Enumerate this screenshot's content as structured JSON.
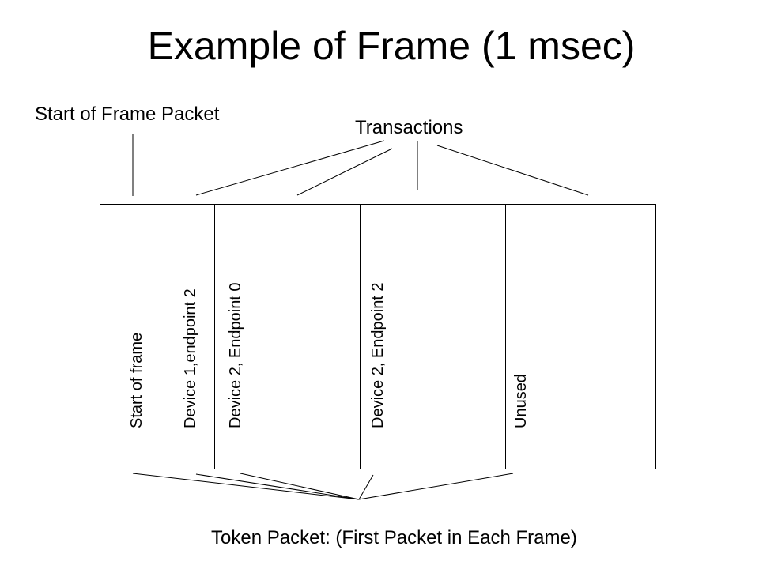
{
  "title": "Example of Frame (1 msec)",
  "labels": {
    "start_of_frame_packet": "Start of Frame Packet",
    "transactions": "Transactions",
    "token_packet": "Token Packet: (First Packet in Each Frame)"
  },
  "frame": {
    "slots": [
      {
        "label": "Start of frame"
      },
      {
        "label": "Device 1,endpoint 2"
      },
      {
        "label": "Device 2, Endpoint 0"
      },
      {
        "label": "Device 2, Endpoint 2"
      },
      {
        "label": "Unused"
      }
    ]
  },
  "colors": {
    "stroke": "#000000",
    "background": "#ffffff"
  }
}
